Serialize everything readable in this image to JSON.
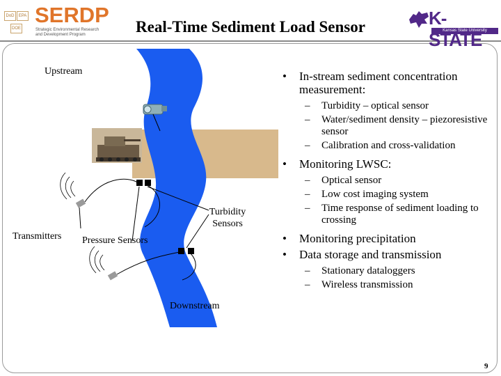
{
  "slide": {
    "title": "Real-Time Sediment Load Sensor",
    "page_number": "9"
  },
  "logos": {
    "serdp": {
      "word": "SERDP",
      "sub": "Strategic Environmental Research and Development Program",
      "marks": [
        "DoD",
        "EPA",
        "DOE"
      ]
    },
    "kstate": {
      "word": "K-STATE",
      "sub": "Kansas State University"
    }
  },
  "diagram": {
    "upstream": "Upstream",
    "downstream": "Downstream",
    "transmitters": "Transmitters",
    "pressure_sensors": "Pressure Sensors",
    "turbidity_sensors_line1": "Turbidity",
    "turbidity_sensors_line2": "Sensors",
    "colors": {
      "river": "#1a5cf0",
      "crossing": "#d8b98c",
      "sensor": "#000000"
    }
  },
  "bullets": [
    {
      "text": "In-stream sediment concentration measurement:",
      "subs": [
        "Turbidity – optical sensor",
        "Water/sediment density – piezoresistive sensor",
        "Calibration and cross-validation"
      ]
    },
    {
      "text": "Monitoring LWSC:",
      "subs": [
        "Optical sensor",
        "Low cost imaging system",
        "Time response of sediment loading to crossing"
      ]
    },
    {
      "text": "Monitoring precipitation",
      "subs": []
    },
    {
      "text": "Data storage and transmission",
      "subs": [
        "Stationary dataloggers",
        "Wireless transmission"
      ]
    }
  ]
}
